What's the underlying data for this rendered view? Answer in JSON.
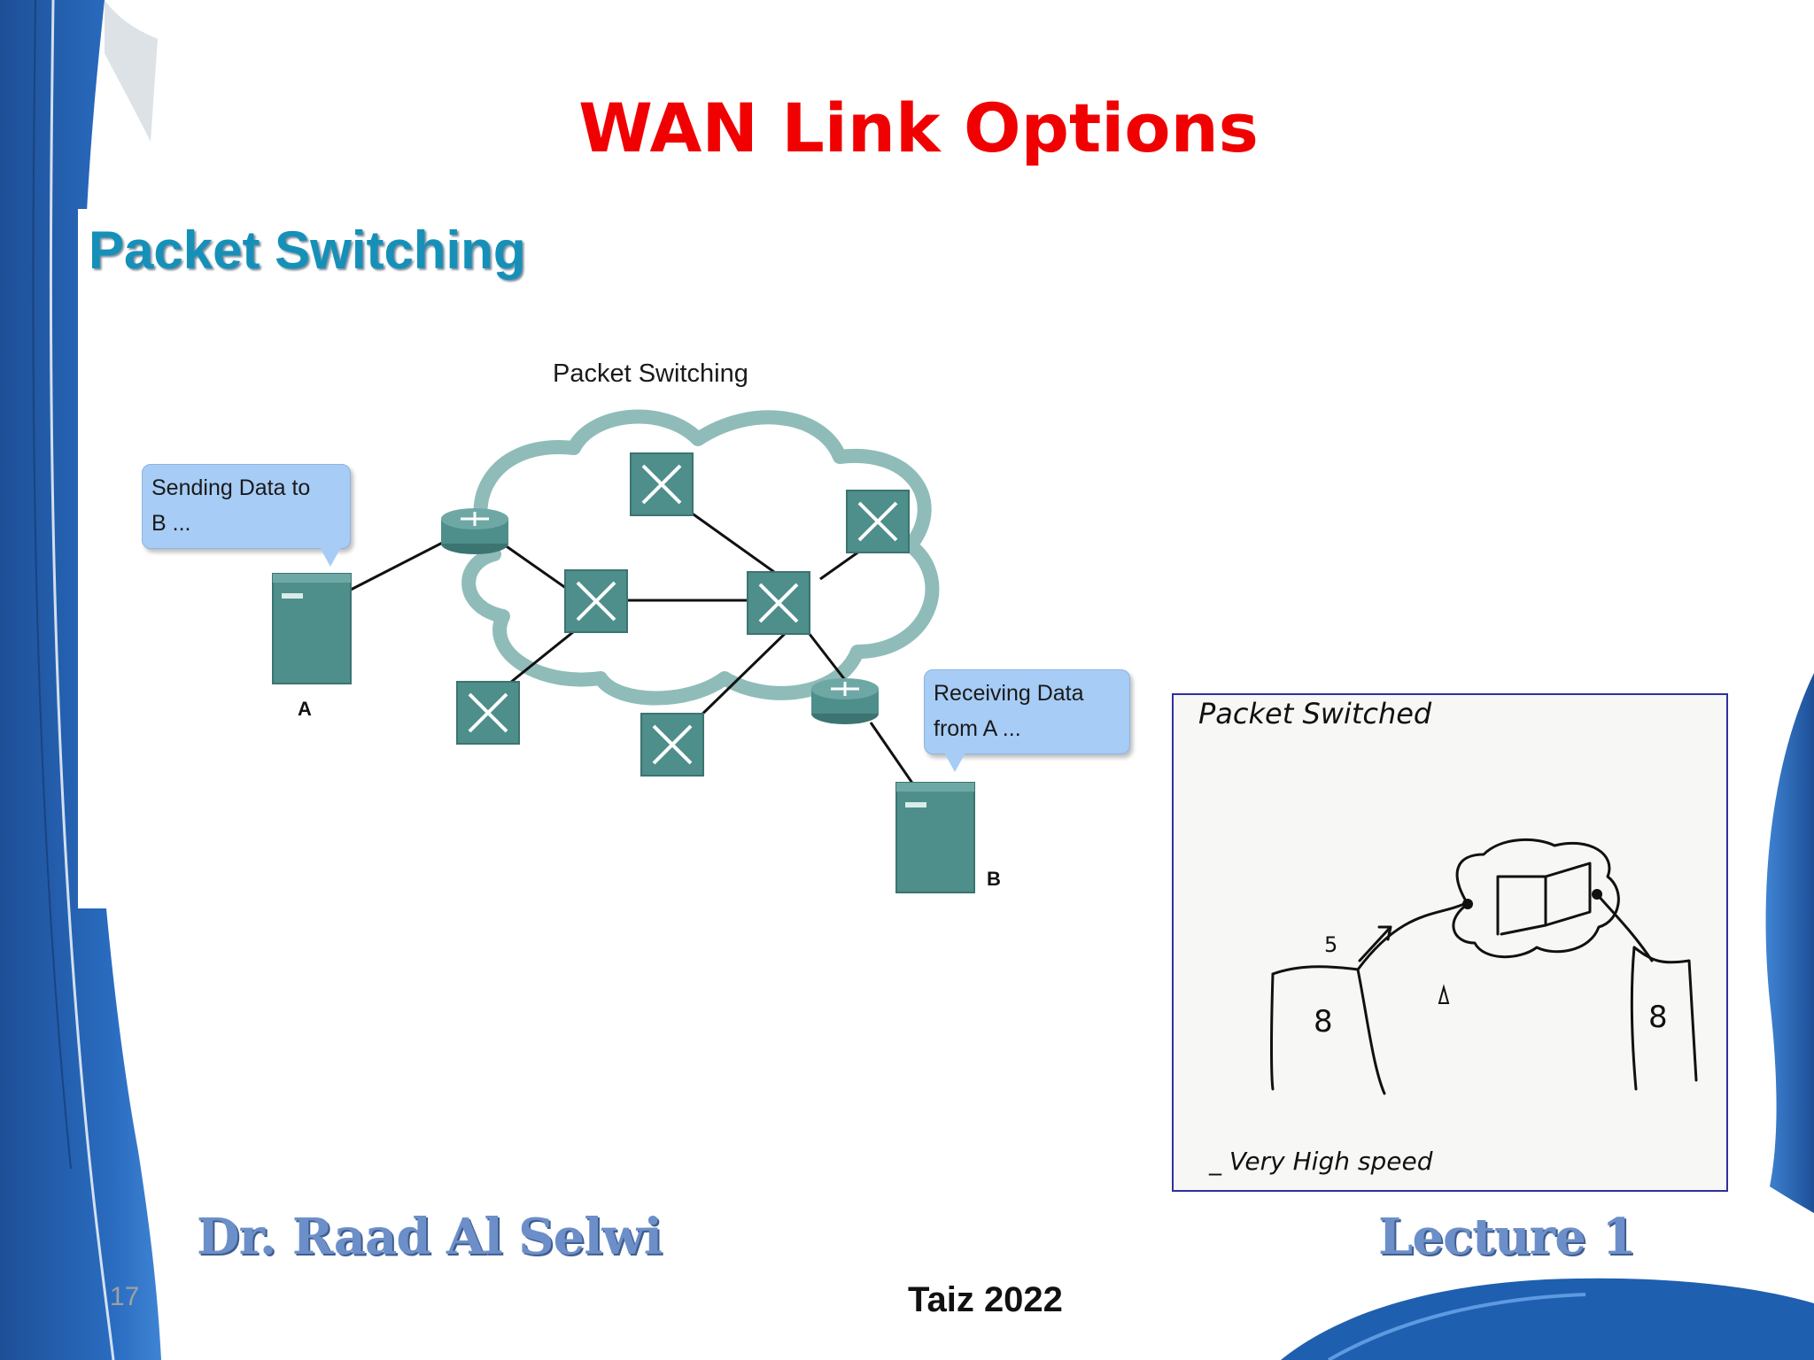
{
  "slide": {
    "title": "WAN Link Options",
    "number": "17"
  },
  "figure": {
    "heading": "Packet Switching",
    "diagram_title": "Packet Switching",
    "sender_bubble": [
      "Sending Data to",
      "B ..."
    ],
    "receiver_bubble": [
      "Receiving Data",
      "from A ..."
    ],
    "node_a_label": "A",
    "node_b_label": "B"
  },
  "sketch": {
    "heading": "Packet Switched",
    "note": "_ Very High speed",
    "arrow_mark": "5",
    "host_mark": "8"
  },
  "footer": {
    "author": "Dr. Raad Al Selwi",
    "lecture": "Lecture 1",
    "center": "Taiz 2022"
  },
  "colors": {
    "title": "#f00000",
    "heading": "#1590b8",
    "decor_blue": "#1f5fb0",
    "device": "#4e8e8b",
    "cloud": "#8fbcb9",
    "bubble": "#a7ccf5"
  }
}
